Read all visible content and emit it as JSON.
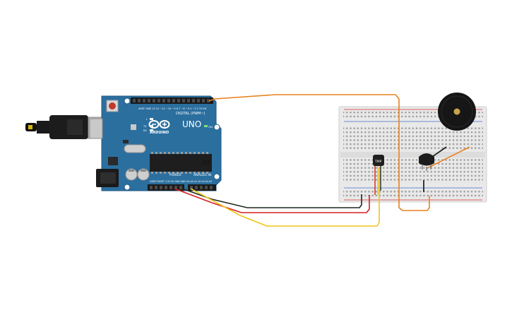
{
  "board": {
    "logo_text": "ARDUINO",
    "model": "UNO",
    "digital_label": "DIGITAL (PWM~)",
    "power_label": "POWER",
    "analog_label": "ANALOG IN",
    "on_label": "ON",
    "tx_label": "TX",
    "rx_label": "RX",
    "l_label": "L"
  },
  "sensor": {
    "label": "TMP"
  },
  "colors": {
    "board": "#2b6f9f",
    "breadboard": "#e9e9e9",
    "wire_signal": "#e8821e",
    "wire_power": "#d62020",
    "wire_ground": "#1f2a1f",
    "wire_analog": "#f0c419"
  },
  "icons": [
    "usb-cable-icon",
    "piezo-buzzer-icon",
    "transistor-icon",
    "tmp-sensor-icon",
    "reset-button-icon"
  ]
}
